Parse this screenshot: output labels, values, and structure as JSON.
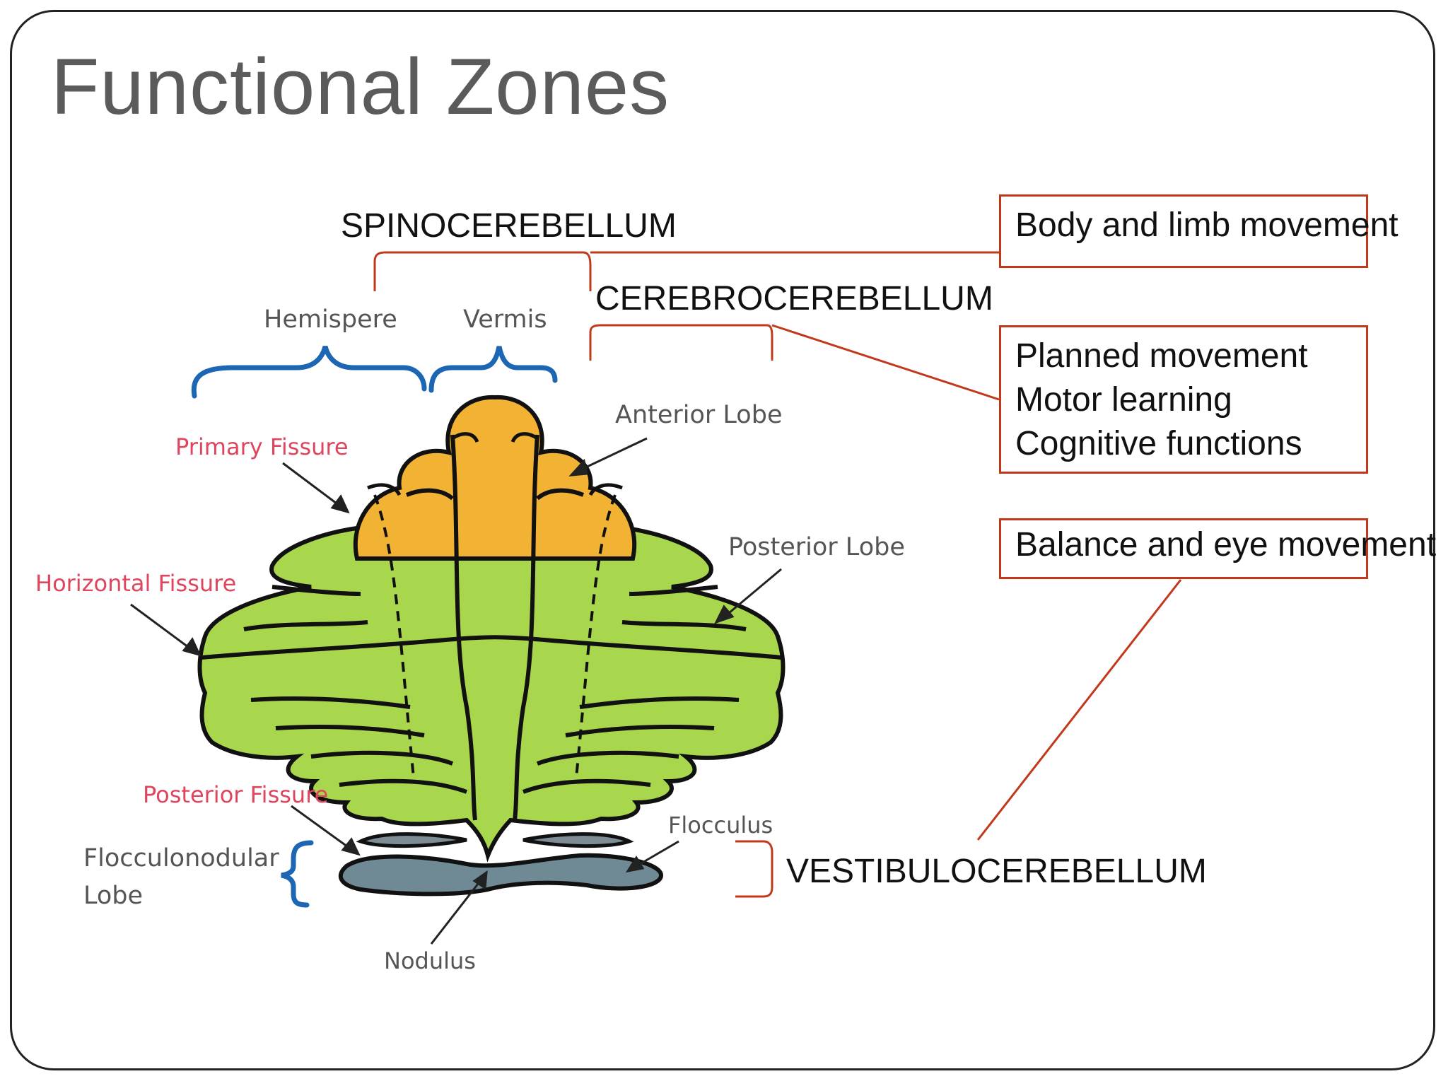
{
  "slide": {
    "title": "Functional Zones"
  },
  "zones": {
    "spinocerebellum": "SPINOCEREBELLUM",
    "cerebrocerebellum": "CEREBROCEREBELLUM",
    "vestibulocerebellum": "VESTIBULOCEREBELLUM"
  },
  "functions": {
    "spino": [
      "Body and limb movement"
    ],
    "cerebro": [
      "Planned movement",
      "Motor learning",
      "Cognitive functions"
    ],
    "vestibulo": [
      "Balance and eye movement"
    ]
  },
  "anatomy": {
    "hemisphere": "Hemispere",
    "vermis": "Vermis",
    "anterior_lobe": "Anterior Lobe",
    "primary_fissure": "Primary Fissure",
    "posterior_lobe": "Posterior Lobe",
    "horizontal_fissure": "Horizontal Fissure",
    "posterior_fissure": "Posterior Fissure",
    "flocculus": "Flocculus",
    "flocculonodular_lobe_line1": "Flocculonodular",
    "flocculonodular_lobe_line2": "Lobe",
    "nodulus": "Nodulus"
  },
  "colors": {
    "anterior_lobe": "#f2b233",
    "posterior_lobe": "#a8d64c",
    "flocculonodular": "#6f8a94",
    "fissure_label": "#e0455e",
    "brace": "#1c66b3",
    "connector": "#c0391b",
    "outline": "#111111"
  }
}
